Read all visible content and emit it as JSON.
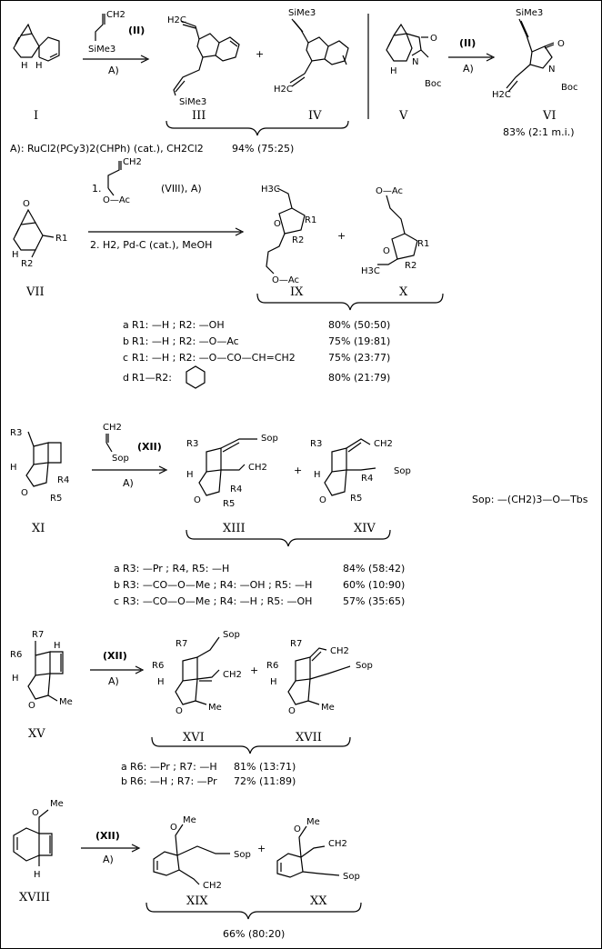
{
  "condition_label": "A)",
  "plus": "+",
  "section1": {
    "reagent_formula": "SiMe3",
    "reagent_alkene": "CH2",
    "reagent_id": "(II)",
    "compounds": {
      "I": "I",
      "III": "III",
      "IV": "IV",
      "V": "V",
      "VI": "VI"
    },
    "III_top": "H2C",
    "III_bottom": "SiMe3",
    "IV_top": "SiMe3",
    "IV_bottom": "H2C",
    "V_group": "Boc",
    "V_N": "N",
    "V_O": "O",
    "V_H": "H",
    "VI_top": "SiMe3",
    "VI_bottom": "H2C",
    "VI_group": "Boc",
    "VI_N": "N",
    "VI_O": "O",
    "VI_yield": "83% (2:1 m.i.)",
    "footnote": "A): RuCl2(PCy3)2(CHPh) (cat.), CH2Cl2",
    "yield": "94% (75:25)"
  },
  "section2": {
    "step1": "1.",
    "step1_reagent": "(VIII), A)",
    "step2": "2. H2, Pd-C (cat.), MeOH",
    "reagent_top": "CH2",
    "reagent_bottom": "O—Ac",
    "compounds": {
      "VII": "VII",
      "IX": "IX",
      "X": "X"
    },
    "IX_top": "H3C",
    "IX_bottom": "O—Ac",
    "X_top": "O—Ac",
    "X_bottom": "H3C",
    "entries": [
      {
        "id": "a",
        "subst": "R1: —H ; R2: —OH",
        "yield": "80% (50:50)"
      },
      {
        "id": "b",
        "subst": "R1: —H ; R2: —O—Ac",
        "yield": "75% (19:81)"
      },
      {
        "id": "c",
        "subst": "R1: —H ; R2: —O—CO—CH=CH2",
        "yield": "75% (23:77)"
      },
      {
        "id": "d",
        "subst": "R1—R2:",
        "yield": "80% (21:79)"
      }
    ]
  },
  "section3": {
    "reagent_top": "CH2",
    "reagent_bottom": "Sop",
    "reagent_id": "(XII)",
    "compounds": {
      "XI": "XI",
      "XIII": "XIII",
      "XIV": "XIV"
    },
    "sop_def": "Sop: —(CH2)3—O—Tbs",
    "entries": [
      {
        "id": "a",
        "subst": "R3: —Pr ; R4, R5: —H",
        "yield": "84% (58:42)"
      },
      {
        "id": "b",
        "subst": "R3: —CO—O—Me ; R4: —OH ; R5: —H",
        "yield": "60% (10:90)"
      },
      {
        "id": "c",
        "subst": "R3: —CO—O—Me ; R4: —H ; R5: —OH",
        "yield": "57% (35:65)"
      }
    ]
  },
  "section4": {
    "reagent_id": "(XII)",
    "compounds": {
      "XV": "XV",
      "XVI": "XVI",
      "XVII": "XVII"
    },
    "entries": [
      {
        "id": "a",
        "subst": "R6: —Pr ; R7: —H",
        "yield": "81% (13:71)"
      },
      {
        "id": "b",
        "subst": "R6: —H ; R7: —Pr",
        "yield": "72% (11:89)"
      }
    ]
  },
  "section5": {
    "reagent_id": "(XII)",
    "compounds": {
      "XVIII": "XVIII",
      "XIX": "XIX",
      "XX": "XX"
    },
    "yield": "66% (80:20)"
  },
  "atoms": {
    "H": "H",
    "O": "O",
    "Me": "Me",
    "Sop": "Sop",
    "CH2": "CH2",
    "R1": "R1",
    "R2": "R2",
    "R3": "R3",
    "R4": "R4",
    "R5": "R5",
    "R6": "R6",
    "R7": "R7",
    "OMe": "Me"
  }
}
